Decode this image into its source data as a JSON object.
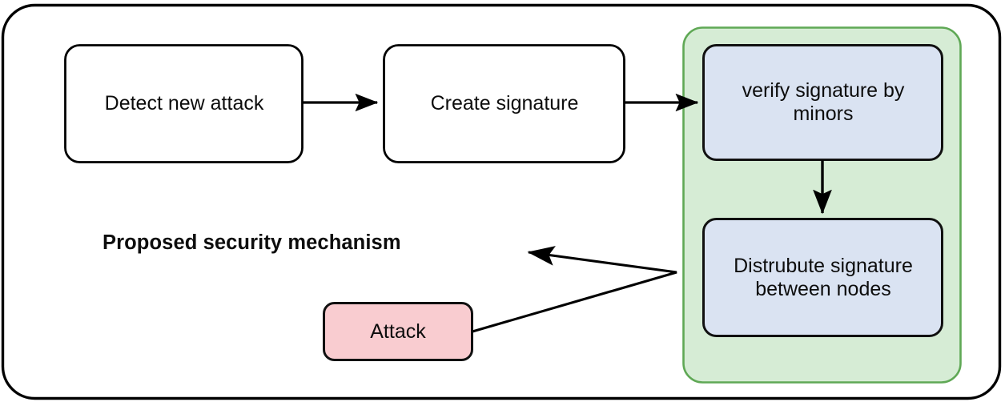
{
  "figure": {
    "title_label": "Proposed security mechanism",
    "colors": {
      "outline": "#000000",
      "box_fill": "#ffffff",
      "blue_fill": "#dae3f2",
      "blue_border": "#111111",
      "green_fill": "#d6ecd5",
      "green_border": "#5fa855",
      "pink_fill": "#f9ccd0",
      "pink_border": "#111111",
      "arrow": "#000000",
      "text": "#0d0d0d"
    }
  },
  "nodes": {
    "detect": {
      "label": "Detect new attack",
      "shape": "rounded-rectangle",
      "fill": "#ffffff"
    },
    "create": {
      "label": "Create signature",
      "shape": "rounded-rectangle",
      "fill": "#ffffff"
    },
    "verify": {
      "label": "verify signature by\nminors",
      "shape": "rounded-rectangle",
      "fill": "#dae3f2"
    },
    "distribute": {
      "label": "Distrubute signature\nbetween nodes",
      "shape": "rounded-rectangle",
      "fill": "#dae3f2"
    },
    "attack": {
      "label": "Attack",
      "shape": "rounded-rectangle",
      "fill": "#f9ccd0"
    },
    "group": {
      "label": "",
      "shape": "rounded-rectangle",
      "fill": "#d6ecd5"
    }
  },
  "edges": [
    {
      "name": "detect-to-create",
      "from": "detect",
      "to": "create",
      "style": "solid-arrow",
      "direction": "right"
    },
    {
      "name": "create-to-verify",
      "from": "create",
      "to": "verify",
      "style": "solid-arrow",
      "direction": "right"
    },
    {
      "name": "verify-to-distribute",
      "from": "verify",
      "to": "distribute",
      "style": "solid-arrow",
      "direction": "down"
    },
    {
      "name": "attack-to-mechanism",
      "from": "attack",
      "to": "proposed-security-mechanism",
      "style": "solid-arrow-polyline",
      "direction": "left"
    }
  ]
}
